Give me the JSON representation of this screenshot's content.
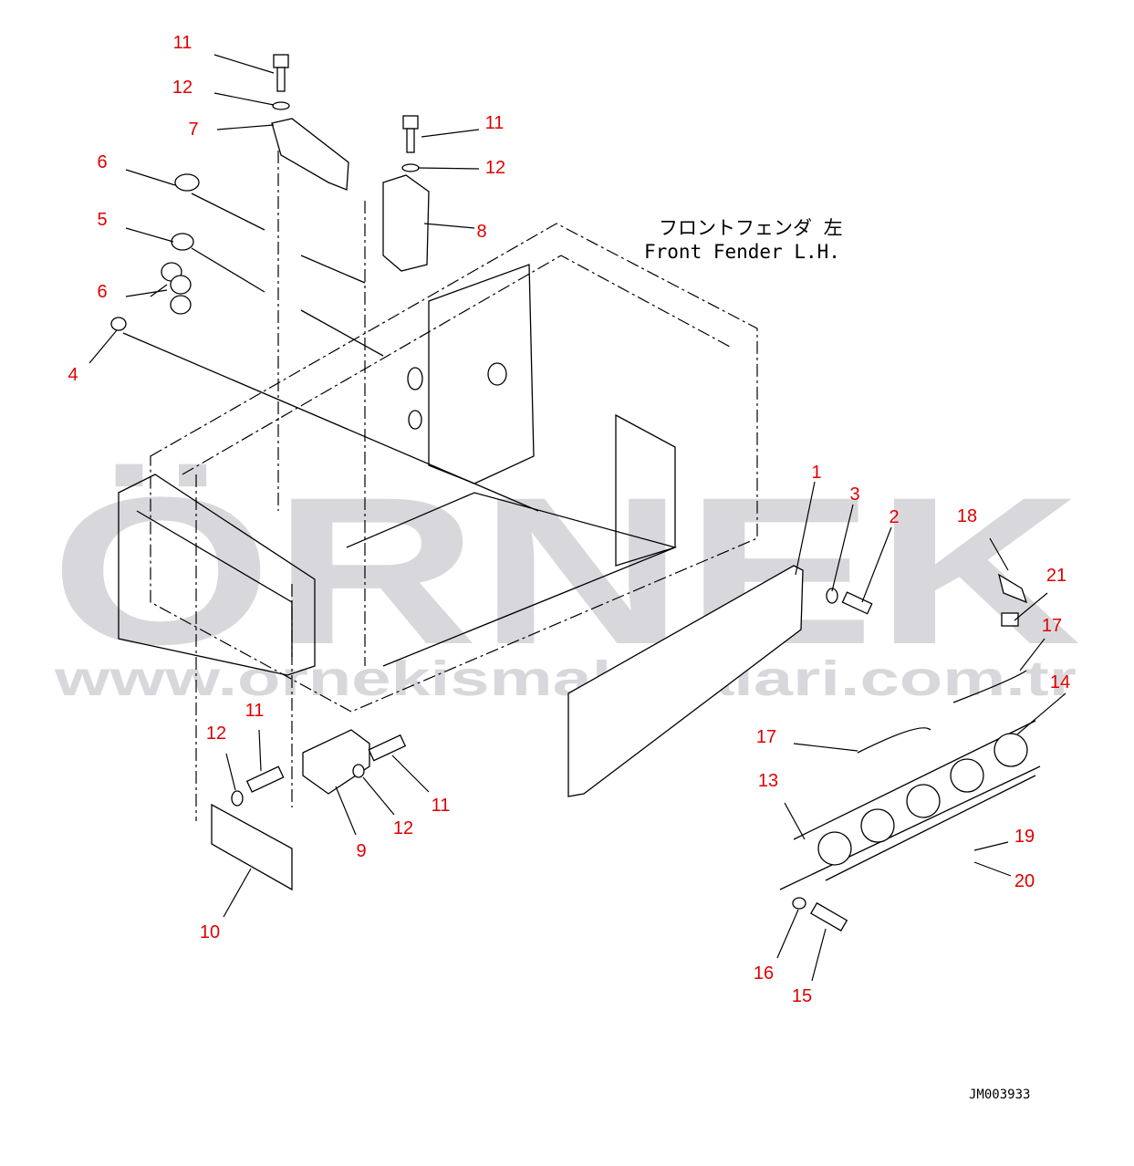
{
  "diagram": {
    "title_jp": "フロントフェンダ 左",
    "title_en": "Front Fender L.H.",
    "drawing_code": "JM003933",
    "watermark_brand": "ÖRNEK",
    "watermark_url": "www.ornekismakinalari.com.tr",
    "callout_color": "#e00000",
    "callouts": [
      "11",
      "12",
      "7",
      "6",
      "5",
      "6",
      "4",
      "11",
      "12",
      "8",
      "1",
      "3",
      "2",
      "18",
      "21",
      "17",
      "14",
      "17",
      "13",
      "19",
      "20",
      "16",
      "15",
      "10",
      "9",
      "12",
      "11",
      "12",
      "11"
    ]
  }
}
